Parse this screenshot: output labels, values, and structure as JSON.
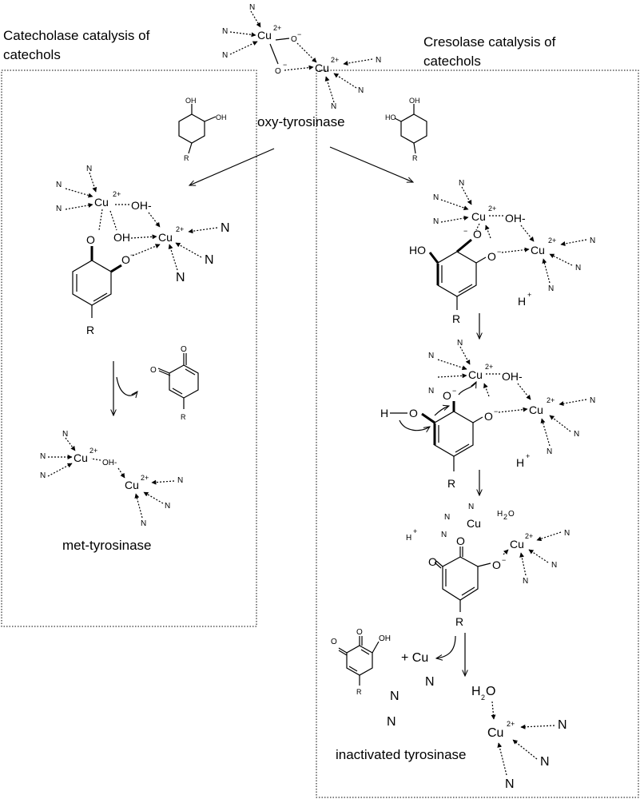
{
  "labels": {
    "left_title_line1": "Catecholase catalysis of",
    "left_title_line2": "catechols",
    "right_title_line1": "Cresolase catalysis of",
    "right_title_line2": "catechols",
    "oxy": "oxy-tyrosinase",
    "met": "met-tyrosinase",
    "inactivated": "inactivated tyrosinase"
  },
  "atoms": {
    "cu": "Cu",
    "cu2": "2+",
    "n": "N",
    "o": "O",
    "oh": "OH",
    "oh_minus": "OH-",
    "minus": "−",
    "ho": "HO",
    "h": "H",
    "hplus": "H",
    "plus_sup": "+",
    "r": "R",
    "h2o_h": "H",
    "h2o_2": "2",
    "h2o_o": "O",
    "plus_cu": "+ Cu"
  }
}
